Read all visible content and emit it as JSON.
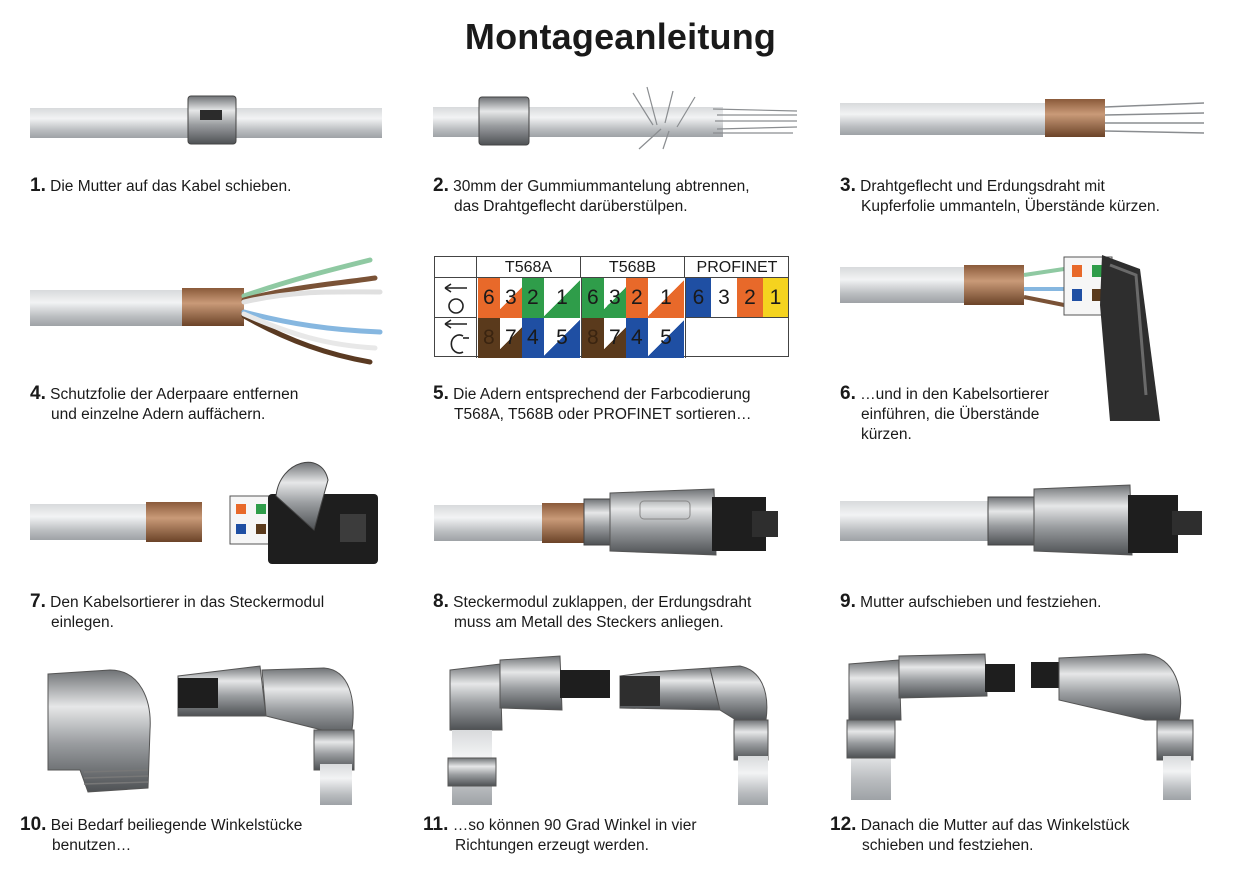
{
  "title": "Montageanleitung",
  "steps": [
    {
      "num": "1.",
      "line1": "Die Mutter auf das Kabel schieben.",
      "line2": ""
    },
    {
      "num": "2.",
      "line1": "30mm der Gummiummantelung abtrennen,",
      "line2": "das Drahtgeflecht darüberstülpen."
    },
    {
      "num": "3.",
      "line1": "Drahtgeflecht und Erdungsdraht mit",
      "line2": "Kupferfolie ummanteln, Überstände kürzen."
    },
    {
      "num": "4.",
      "line1": "Schutzfolie der Aderpaare entfernen",
      "line2": "und einzelne Adern auffächern."
    },
    {
      "num": "5.",
      "line1": "Die Adern entsprechend der Farbcodierung",
      "line2": "T568A, T568B oder PROFINET sortieren…"
    },
    {
      "num": "6.",
      "line1": "…und in den Kabelsortierer",
      "line2": "einführen, die Überstände",
      "line3": "kürzen."
    },
    {
      "num": "7.",
      "line1": "Den Kabelsortierer in das Steckermodul",
      "line2": "einlegen."
    },
    {
      "num": "8.",
      "line1": "Steckermodul zuklappen, der Erdungsdraht",
      "line2": "muss am Metall des Steckers anliegen."
    },
    {
      "num": "9.",
      "line1": "Mutter aufschieben und festziehen.",
      "line2": ""
    },
    {
      "num": "10.",
      "line1": "Bei Bedarf beiliegende Winkelstücke",
      "line2": "benutzen…"
    },
    {
      "num": "11.",
      "line1": "…so können 90 Grad Winkel in vier",
      "line2": "Richtungen erzeugt werden."
    },
    {
      "num": "12.",
      "line1": "Danach die Mutter auf das Winkelstück",
      "line2": "schieben und festziehen."
    }
  ],
  "color_table": {
    "headers": [
      "T568A",
      "T568B",
      "PROFINET"
    ],
    "t568a_top": [
      "6",
      "3",
      "2",
      "1"
    ],
    "t568a_bottom": [
      "8",
      "7",
      "4",
      "5"
    ],
    "t568b_top": [
      "6",
      "3",
      "2",
      "1"
    ],
    "t568b_bottom": [
      "8",
      "7",
      "4",
      "5"
    ],
    "profinet_top": [
      "6",
      "3",
      "2",
      "1"
    ],
    "colors": {
      "orange": "#e8692a",
      "green": "#2f9d4a",
      "blue": "#1f4fa3",
      "brown": "#5a3a1c",
      "yellow": "#f5d31f",
      "white": "#ffffff"
    }
  }
}
